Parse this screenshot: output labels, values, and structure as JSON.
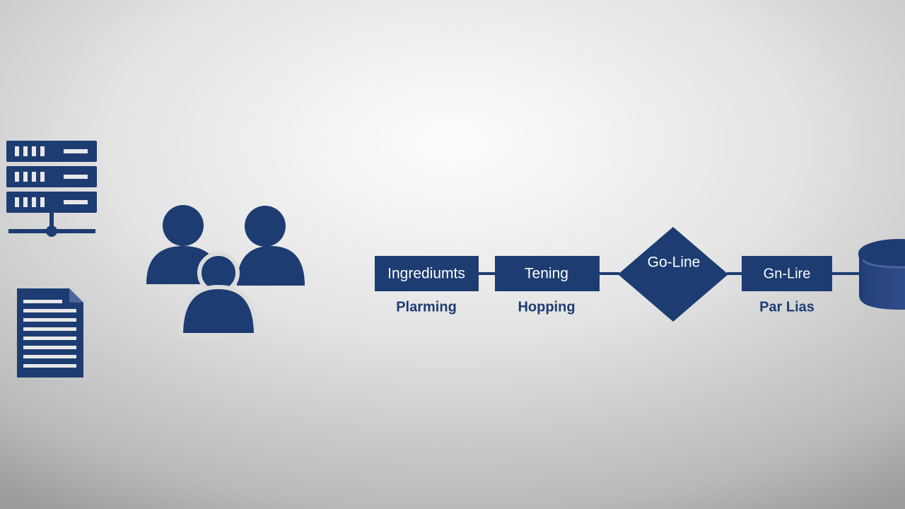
{
  "colors": {
    "primary": "#1d3c72",
    "background_light": "#f4f4f4",
    "background_dark": "#9a9a9a"
  },
  "icons": {
    "server": "server-rack-icon",
    "document": "document-icon",
    "team": "people-group-icon",
    "database": "database-cylinder-icon"
  },
  "flow": {
    "steps": [
      {
        "label": "Ingrediumts",
        "sublabel": "Plarming",
        "shape": "rectangle"
      },
      {
        "label": "Tening",
        "sublabel": "Hopping",
        "shape": "rectangle"
      },
      {
        "label": "Go-Line",
        "sublabel": "",
        "shape": "diamond"
      },
      {
        "label": "Gn-Lire",
        "sublabel": "Par Lias",
        "shape": "rectangle"
      }
    ]
  }
}
